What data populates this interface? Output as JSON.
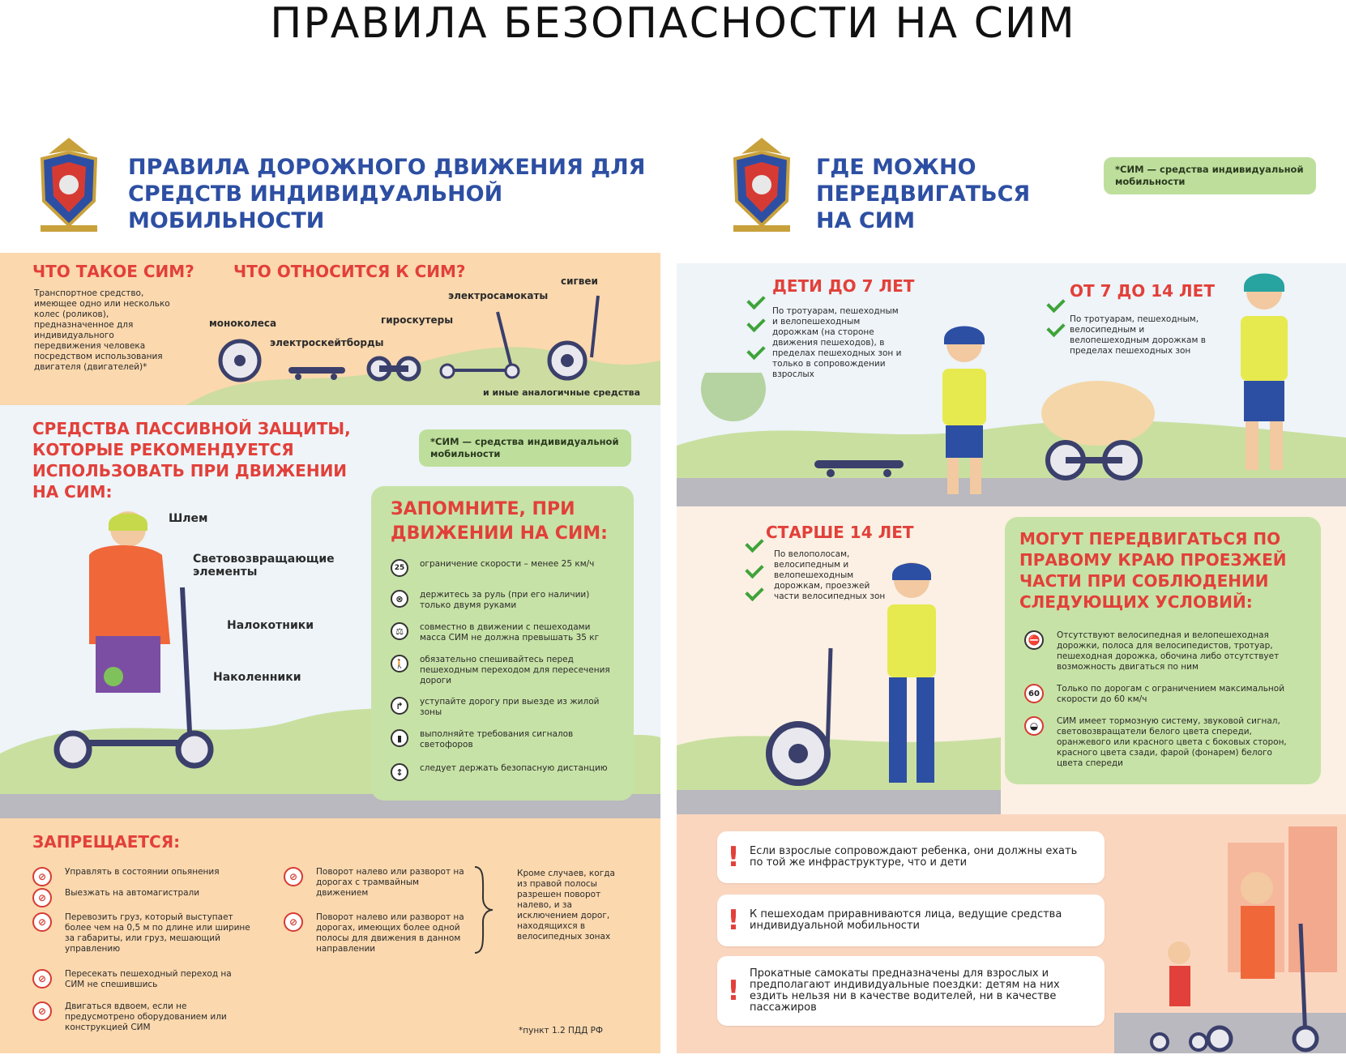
{
  "page_title": "ПРАВИЛА БЕЗОПАСНОСТИ НА СИМ",
  "left": {
    "title": "ПРАВИЛА ДОРОЖНОГО ДВИЖЕНИЯ ДЛЯ СРЕДСТВ ИНДИВИДУАЛЬНОЙ МОБИЛЬНОСТИ",
    "what_heading": "ЧТО ТАКОЕ СИМ?",
    "what_text": "Транспортное средство, имеющее одно или несколько колес (роликов), предназначенное для индивидуального передвижения человека посредством использования двигателя (двигателей)*",
    "includes_heading": "ЧТО ОТНОСИТСЯ К СИМ?",
    "devices": {
      "monowheels": "моноколеса",
      "eskateboards": "электроскейтборды",
      "gyroscooters": "гироскутеры",
      "escooters": "электросамокаты",
      "segways": "сигвеи",
      "similar": "и иные аналогичные средства"
    },
    "protection_heading": "СРЕДСТВА ПАССИВНОЙ ЗАЩИТЫ, КОТОРЫЕ РЕКОМЕНДУЕТСЯ ИСПОЛЬЗОВАТЬ ПРИ ДВИЖЕНИИ НА СИМ:",
    "sim_note": "*СИМ — средства индивидуальной мобильности",
    "protection": {
      "helmet": "Шлем",
      "reflective": "Световозвращающие элементы",
      "elbow": "Налокотники",
      "knee": "Наколенники"
    },
    "remember_heading": "ЗАПОМНИТЕ, ПРИ ДВИЖЕНИИ НА СИМ:",
    "remember": [
      {
        "icon": "25",
        "text": "ограничение скорости – менее 25 км/ч"
      },
      {
        "icon": "⊗",
        "text": "держитесь за руль (при его наличии) только двумя руками"
      },
      {
        "icon": "⚖",
        "text": "совместно в движении с пешеходами масса СИМ не должна превышать 35 кг"
      },
      {
        "icon": "🚶",
        "text": "обязательно спешивайтесь перед пешеходным переходом для пересечения дороги"
      },
      {
        "icon": "↱",
        "text": "уступайте дорогу при выезде из жилой зоны"
      },
      {
        "icon": "▮",
        "text": "выполняйте требования сигналов светофоров"
      },
      {
        "icon": "↕",
        "text": "следует держать безопасную дистанцию"
      }
    ],
    "forbidden_heading": "ЗАПРЕЩАЕТСЯ:",
    "forbidden_left": [
      "Управлять в состоянии опьянения",
      "Выезжать на автомагистрали",
      "Перевозить груз, который выступает более чем на 0,5 м по длине или ширине за габариты, или груз, мешающий управлению",
      "Пересекать пешеходный переход на СИМ не спешившись",
      "Двигаться вдвоем, если не предусмотрено оборудованием или конструкцией СИМ"
    ],
    "forbidden_mid": [
      "Поворот налево или разворот на дорогах с трамвайным движением",
      "Поворот налево или разворот на дорогах, имеющих более одной полосы для движения в данном направлении"
    ],
    "forbidden_exception": "Кроме случаев, когда из правой полосы разрешен поворот налево, и за исключением дорог, находящихся в велосипедных зонах",
    "footnote": "*пункт 1.2 ПДД РФ"
  },
  "right": {
    "title": "ГДЕ МОЖНО ПЕРЕДВИГАТЬСЯ НА СИМ",
    "sim_note": "*СИМ — средства индивидуальной мобильности",
    "kids7_heading": "ДЕТИ ДО 7 ЛЕТ",
    "kids7_text": "По тротуарам, пешеходным и велопешеходным дорожкам (на стороне движения пешеходов), в пределах пешеходных зон и только в сопровождении взрослых",
    "kids714_heading": "ОТ 7 ДО 14 ЛЕТ",
    "kids714_text": "По тротуарам, пешеходным, велосипедным и велопешеходным дорожкам в пределах пешеходных зон",
    "over14_heading": "СТАРШЕ 14 ЛЕТ",
    "over14_text": "По велополосам, велосипедным и велопешеходным дорожкам, проезжей части велосипедных зон",
    "roadside_heading": "МОГУТ ПЕРЕДВИГАТЬСЯ ПО ПРАВОМУ КРАЮ ПРОЕЗЖЕЙ ЧАСТИ ПРИ СОБЛЮДЕНИИ СЛЕДУЮЩИХ УСЛОВИЙ:",
    "conditions": [
      {
        "icon": "⛔",
        "text": "Отсутствуют велосипедная и велопешеходная дорожки, полоса для велосипедистов, тротуар, пешеходная дорожка, обочина либо отсутствует возможность двигаться по ним"
      },
      {
        "icon": "60",
        "text": "Только по дорогам с ограничением максимальной скорости до 60 км/ч"
      },
      {
        "icon": "◒",
        "text": "СИМ имеет тормозную систему, звуковой сигнал, световозвращатели белого цвета спереди, оранжевого или красного цвета с боковых сторон, красного цвета сзади, фарой (фонарем) белого цвета спереди"
      }
    ],
    "notes": [
      "Если взрослые сопровождают ребенка, они должны ехать по той же инфраструктуре, что и дети",
      "К пешеходам приравниваются лица, ведущие средства индивидуальной мобильности",
      "Прокатные самокаты предназначены для взрослых и предполагают индивидуальные поездки: детям на них ездить нельзя ни в качестве водителей, ни в качестве пассажиров"
    ]
  }
}
